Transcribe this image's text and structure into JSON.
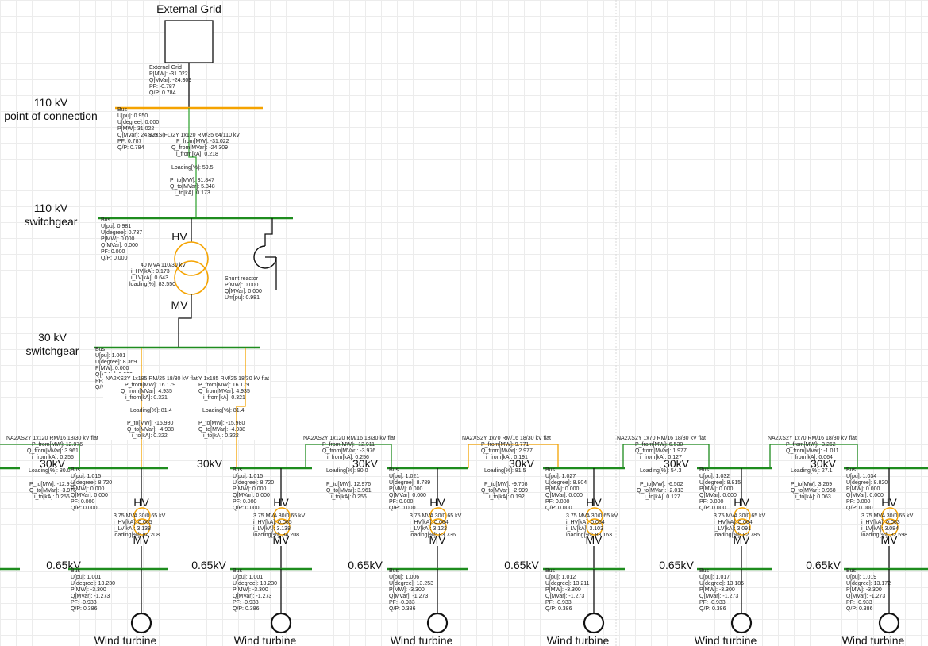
{
  "colors": {
    "bus_green": "#1e8c1e",
    "bus_orange": "#f5a300",
    "line_green": "#3aa83a",
    "line_orange": "#f5a300",
    "trafo_orange": "#f5a300",
    "black": "#111111"
  },
  "external_grid": {
    "title": "External Grid",
    "lines": [
      "External Grid",
      "P[MW]: -31.022",
      "Q[MVar]: -24.309",
      "PF: -0.787",
      "Q/P: 0.784"
    ]
  },
  "poc": {
    "label1": "110 kV",
    "label2": "point of connection",
    "bus": [
      "Bus",
      "U[pu]: 0.950",
      "U[degree]: 0.000",
      "P[MW]: 31.022",
      "Q[MVar]: 24.309",
      "PF: 0.787",
      "Q/P: 0.784"
    ]
  },
  "hv_line": {
    "from": [
      "N2XS(FL)2Y 1x120 RM/35 64/110 kV",
      "P_from[MW]: -31.022",
      "Q_from[MVar]: -24.309",
      "i_from[kA]: 0.218"
    ],
    "loading": "Loading[%]: 59.5",
    "to": [
      "P_to[MW]: 31.847",
      "Q_to[MVar]: 5.348",
      "i_to[kA]: 0.173"
    ]
  },
  "sg110": {
    "label1": "110 kV",
    "label2": "switchgear",
    "bus": [
      "Bus",
      "U[pu]: 0.981",
      "U[degree]: 0.737",
      "P[MW]: 0.000",
      "Q[MVar]: 0.000",
      "PF: 0.000",
      "Q/P: 0.000"
    ]
  },
  "main_trafo": {
    "hv": "HV",
    "mv": "MV",
    "lines": [
      "40 MVA 110/30 kV",
      "i_HV[kA]: 0.173",
      "i_LV[kA]: 0.643",
      "loading[%]: 83.550"
    ]
  },
  "shunt": {
    "lines": [
      "Shunt reactor",
      "P[MW]: 0.000",
      "Q[MVar]: 0.000",
      "Um[pu]: 0.981"
    ]
  },
  "sg30": {
    "label1": "30 kV",
    "label2": "switchgear",
    "bus": [
      "Bus",
      "U[pu]: 1.001",
      "U[degree]: 8.369",
      "P[MW]: 0.000",
      "Q[MVar]: 0.000",
      "PF: 0.000",
      "Q/P: 0.000"
    ]
  },
  "feeders": [
    {
      "from": [
        "NA2XS2Y 1x185 RM/25 18/30 kV flat",
        "P_from[MW]: 16.179",
        "Q_from[MVar]: 4.935",
        "i_from[kA]: 0.321"
      ],
      "loading": "Loading[%]: 81.4",
      "to": [
        "P_to[MW]: -15.980",
        "Q_to[MVar]: -4.938",
        "i_to[kA]: 0.322"
      ]
    },
    {
      "from": [
        "Y 1x185 RM/25 18/30 kV flat",
        "P_from[MW]: 16.179",
        "Q_from[MVar]: 4.935",
        "i_from[kA]: 0.321"
      ],
      "loading": "Loading[%]: 81.4",
      "to": [
        "P_to[MW]: -15.980",
        "Q_to[MVar]: -4.938",
        "i_to[kA]: 0.322"
      ]
    }
  ],
  "inter_lines": [
    {
      "from": [
        "NA2XS2Y 1x120 RM/16 18/30 kV flat",
        "P_from[MW]: 12.976",
        "Q_from[MVar]: 3.961",
        "i_from[kA]: 0.256"
      ],
      "loading": "Loading[%]: 80.0",
      "to": [
        "P_to[MW]: -12.911",
        "Q_to[MVar]: -3.976",
        "i_to[kA]: 0.256"
      ]
    },
    {
      "from": [
        "NA2XS2Y 1x120 RM/16 18/30 kV flat",
        "P_from[MW]: -12.911",
        "Q_from[MVar]: -3.976",
        "i_from[kA]: 0.256"
      ],
      "loading": "Loading[%]: 80.0",
      "to": [
        "P_to[MW]: 12.976",
        "Q_to[MVar]: 3.961",
        "i_to[kA]: 0.256"
      ]
    },
    {
      "from": [
        "NA2XS2Y 1x70 RM/16 18/30 kV flat",
        "P_from[MW]: 9.771",
        "Q_from[MVar]: 2.977",
        "i_from[kA]: 0.191"
      ],
      "loading": "Loading[%]: 81.5",
      "to": [
        "P_to[MW]: -9.708",
        "Q_to[MVar]: -2.999",
        "i_to[kA]: 0.192"
      ]
    },
    {
      "from": [
        "NA2XS2Y 1x70 RM/16 18/30 kV flat",
        "P_from[MW]: 6.530",
        "Q_from[MVar]: 1.977",
        "i_from[kA]: 0.127"
      ],
      "loading": "Loading[%]: 54.3",
      "to": [
        "P_to[MW]: -6.502",
        "Q_to[MVar]: -2.013",
        "i_to[kA]: 0.127"
      ]
    },
    {
      "from": [
        "NA2XS2Y 1x70 RM/16 18/30 kV flat",
        "P_from[MW]: -3.262",
        "Q_from[MVar]: -1.011",
        "i_from[kA]: 0.064"
      ],
      "loading": "Loading[%]: 27.1",
      "to": [
        "P_to[MW]: 3.269",
        "Q_to[MVar]: 0.968",
        "i_to[kA]: 0.063"
      ]
    }
  ],
  "units": [
    {
      "mv_label": "30kV",
      "bus30": [
        "Bus",
        "U[pu]: 1.015",
        "U[degree]: 8.720",
        "P[MW]: 0.000",
        "Q[MVar]: 0.000",
        "PF: 0.000",
        "Q/P: 0.000"
      ],
      "trafo": [
        "3.75 MVA 30/0.65 kV",
        "i_HV[kA]: 0.065",
        "i_LV[kA]: 3.138",
        "loading[%]: 84.208"
      ],
      "lv_label": "0.65kV",
      "bus065": [
        "Bus",
        "U[pu]: 1.001",
        "U[degree]: 13.230",
        "P[MW]: -3.300",
        "Q[MVar]: -1.273",
        "PF: -0.933",
        "Q/P: 0.386"
      ],
      "turbine": "Wind turbine"
    },
    {
      "mv_label": "30kV",
      "bus30": [
        "Bus",
        "U[pu]: 1.015",
        "U[degree]: 8.720",
        "P[MW]: 0.000",
        "Q[MVar]: 0.000",
        "PF: 0.000",
        "Q/P: 0.000"
      ],
      "trafo": [
        "3.75 MVA 30/0.65 kV",
        "i_HV[kA]: 0.065",
        "i_LV[kA]: 3.138",
        "loading[%]: 84.208"
      ],
      "lv_label": "0.65kV",
      "bus065": [
        "Bus",
        "U[pu]: 1.001",
        "U[degree]: 13.230",
        "P[MW]: -3.300",
        "Q[MVar]: -1.273",
        "PF: -0.933",
        "Q/P: 0.386"
      ],
      "turbine": "Wind turbine"
    },
    {
      "mv_label": "30kV",
      "bus30": [
        "Bus",
        "U[pu]: 1.021",
        "U[degree]: 8.789",
        "P[MW]: 0.000",
        "Q[MVar]: 0.000",
        "PF: 0.000",
        "Q/P: 0.000"
      ],
      "trafo": [
        "3.75 MVA 30/0.65 kV",
        "i_HV[kA]: 0.064",
        "i_LV[kA]: 3.122",
        "loading[%]: 83.736"
      ],
      "lv_label": "0.65kV",
      "bus065": [
        "Bus",
        "U[pu]: 1.006",
        "U[degree]: 13.253",
        "P[MW]: -3.300",
        "Q[MVar]: -1.273",
        "PF: -0.933",
        "Q/P: 0.386"
      ],
      "turbine": "Wind turbine"
    },
    {
      "mv_label": "30kV",
      "bus30": [
        "Bus",
        "U[pu]: 1.027",
        "U[degree]: 8.804",
        "P[MW]: 0.000",
        "Q[MVar]: 0.000",
        "PF: 0.000",
        "Q/P: 0.000"
      ],
      "trafo": [
        "3.75 MVA 30/0.65 kV",
        "i_HV[kA]: 0.064",
        "i_LV[kA]: 3.103",
        "loading[%]: 83.163"
      ],
      "lv_label": "0.65kV",
      "bus065": [
        "Bus",
        "U[pu]: 1.012",
        "U[degree]: 13.211",
        "P[MW]: -3.300",
        "Q[MVar]: -1.273",
        "PF: -0.933",
        "Q/P: 0.386"
      ],
      "turbine": "Wind turbine"
    },
    {
      "mv_label": "30kV",
      "bus30": [
        "Bus",
        "U[pu]: 1.032",
        "U[degree]: 8.815",
        "P[MW]: 0.000",
        "Q[MVar]: 0.000",
        "PF: 0.000",
        "Q/P: 0.000"
      ],
      "trafo": [
        "3.75 MVA 30/0.65 kV",
        "i_HV[kA]: 0.064",
        "i_LV[kA]: 3.091",
        "loading[%]: 82.785"
      ],
      "lv_label": "0.65kV",
      "bus065": [
        "Bus",
        "U[pu]: 1.017",
        "U[degree]: 13.185",
        "P[MW]: -3.300",
        "Q[MVar]: -1.273",
        "PF: -0.933",
        "Q/P: 0.386"
      ],
      "turbine": "Wind turbine"
    },
    {
      "mv_label": "30kV",
      "bus30": [
        "Bus",
        "U[pu]: 1.034",
        "U[degree]: 8.820",
        "P[MW]: 0.000",
        "Q[MVar]: 0.000",
        "PF: 0.000",
        "Q/P: 0.000"
      ],
      "trafo": [
        "3.75 MVA 30/0.65 kV",
        "i_HV[kA]: 0.063",
        "i_LV[kA]: 3.084",
        "loading[%]: 82.598"
      ],
      "lv_label": "0.65kV",
      "bus065": [
        "Bus",
        "U[pu]: 1.019",
        "U[degree]: 13.172",
        "P[MW]: -3.300",
        "Q[MVar]: -1.273",
        "PF: -0.933",
        "Q/P: 0.386"
      ],
      "turbine": "Wind turbine"
    }
  ]
}
